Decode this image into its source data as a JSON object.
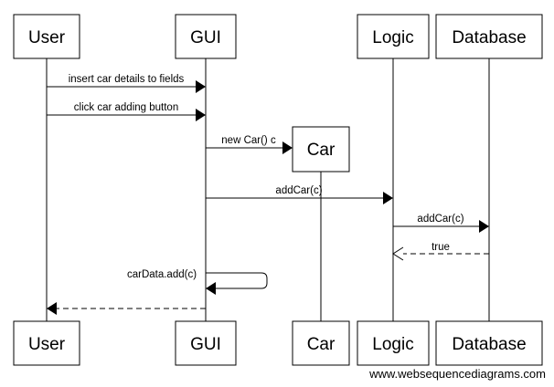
{
  "participants": {
    "user": "User",
    "gui": "GUI",
    "logic": "Logic",
    "database": "Database",
    "car": "Car"
  },
  "messages": {
    "m1": "insert car details to fields",
    "m2": "click car adding button",
    "m3": "new Car() c",
    "m4": "addCar(c)",
    "m5": "addCar(c)",
    "m6": "true",
    "m7": "carData.add(c)",
    "m8": ""
  },
  "footer": "www.websequencediagrams.com"
}
